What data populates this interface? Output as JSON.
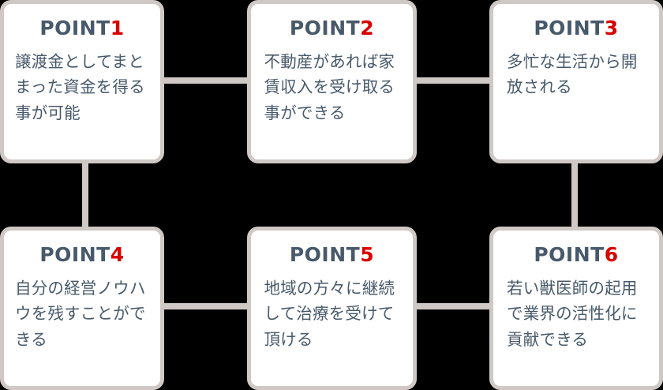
{
  "diagram": {
    "background_color": "#000000",
    "card_background": "#ffffff",
    "card_border_color": "#cfc8c4",
    "connector_color": "#cfc8c4",
    "title_color": "#47596a",
    "number_color": "#d90000",
    "body_color": "#47596a",
    "cards": [
      {
        "title_label": "POINT",
        "number": "1",
        "body": "譲渡金としてまとまった資金を得る事が可能"
      },
      {
        "title_label": "POINT",
        "number": "2",
        "body": "不動産があれば家賃収入を受け取る事ができる"
      },
      {
        "title_label": "POINT",
        "number": "3",
        "body": "多忙な生活から開放される"
      },
      {
        "title_label": "POINT",
        "number": "4",
        "body": "自分の経営ノウハウを残すことができる"
      },
      {
        "title_label": "POINT",
        "number": "5",
        "body": "地域の方々に継続して治療を受けて頂ける"
      },
      {
        "title_label": "POINT",
        "number": "6",
        "body": "若い獣医師の起用で業界の活性化に貢献できる"
      }
    ]
  }
}
